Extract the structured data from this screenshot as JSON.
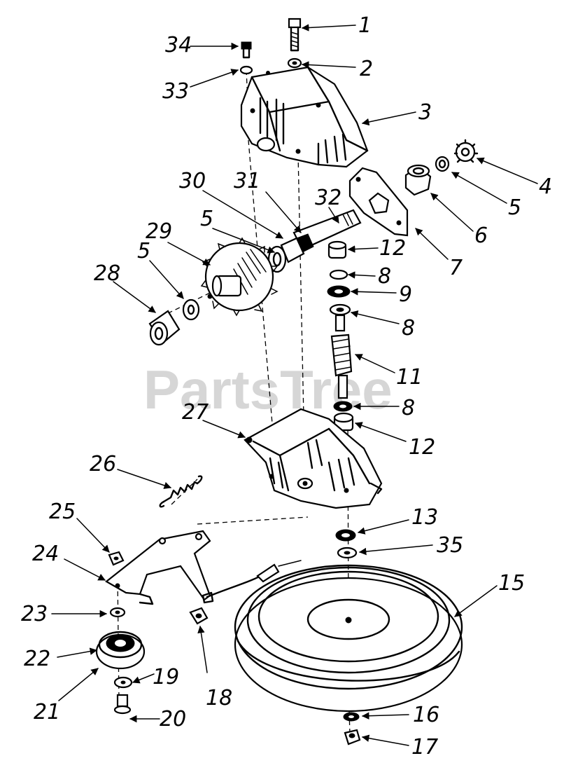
{
  "watermark": "PartsTree",
  "callouts": [
    {
      "id": "c1",
      "text": "1"
    },
    {
      "id": "c2",
      "text": "2"
    },
    {
      "id": "c3",
      "text": "3"
    },
    {
      "id": "c4",
      "text": "4"
    },
    {
      "id": "c5a",
      "text": "5"
    },
    {
      "id": "c6",
      "text": "6"
    },
    {
      "id": "c7",
      "text": "7"
    },
    {
      "id": "c8a",
      "text": "8"
    },
    {
      "id": "c9",
      "text": "9"
    },
    {
      "id": "c8b",
      "text": "8"
    },
    {
      "id": "c11",
      "text": "11"
    },
    {
      "id": "c8c",
      "text": "8"
    },
    {
      "id": "c12a",
      "text": "12"
    },
    {
      "id": "c12b",
      "text": "12"
    },
    {
      "id": "c13",
      "text": "13"
    },
    {
      "id": "c35",
      "text": "35"
    },
    {
      "id": "c15",
      "text": "15"
    },
    {
      "id": "c16",
      "text": "16"
    },
    {
      "id": "c17",
      "text": "17"
    },
    {
      "id": "c18",
      "text": "18"
    },
    {
      "id": "c19",
      "text": "19"
    },
    {
      "id": "c20",
      "text": "20"
    },
    {
      "id": "c21",
      "text": "21"
    },
    {
      "id": "c22",
      "text": "22"
    },
    {
      "id": "c23",
      "text": "23"
    },
    {
      "id": "c24",
      "text": "24"
    },
    {
      "id": "c25",
      "text": "25"
    },
    {
      "id": "c26",
      "text": "26"
    },
    {
      "id": "c27",
      "text": "27"
    },
    {
      "id": "c28",
      "text": "28"
    },
    {
      "id": "c5b",
      "text": "5"
    },
    {
      "id": "c29",
      "text": "29"
    },
    {
      "id": "c5c",
      "text": "5"
    },
    {
      "id": "c30",
      "text": "30"
    },
    {
      "id": "c31",
      "text": "31"
    },
    {
      "id": "c32",
      "text": "32"
    },
    {
      "id": "c33",
      "text": "33"
    },
    {
      "id": "c34",
      "text": "34"
    }
  ]
}
